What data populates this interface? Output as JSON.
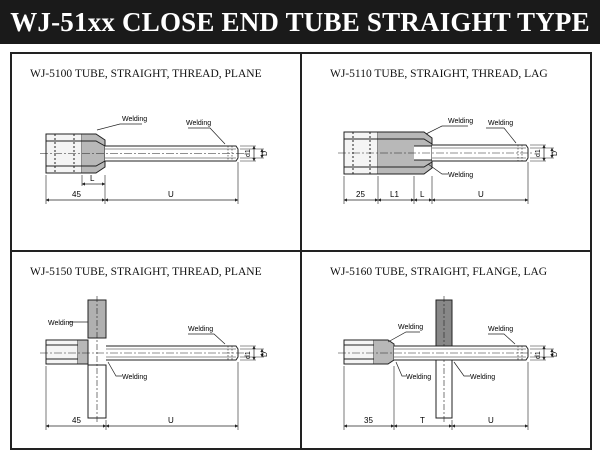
{
  "header": {
    "title": "WJ-51xx CLOSE END TUBE STRAIGHT TYPE"
  },
  "panels": [
    {
      "title": "WJ-5100 TUBE, STRAIGHT, THREAD, PLANE",
      "labels": {
        "welding_1": "Welding",
        "welding_2": "Welding",
        "dim_a": "45",
        "dim_l": "L",
        "dim_u": "U",
        "d1": "d1",
        "d": "D"
      }
    },
    {
      "title": "WJ-5110 TUBE, STRAIGHT, THREAD, LAG",
      "labels": {
        "welding_1": "Welding",
        "welding_2": "Welding",
        "welding_3": "Welding",
        "dim_a": "25",
        "dim_l1": "L1",
        "dim_l": "L",
        "dim_u": "U",
        "d1": "d1",
        "d": "D"
      }
    },
    {
      "title": "WJ-5150 TUBE, STRAIGHT, THREAD, PLANE",
      "labels": {
        "welding_1": "Welding",
        "welding_2": "Welding",
        "welding_3": "Welding",
        "dim_a": "45",
        "dim_u": "U",
        "d1": "d1",
        "d": "D"
      }
    },
    {
      "title": "WJ-5160 TUBE, STRAIGHT, FLANGE, LAG",
      "labels": {
        "welding_1": "Welding",
        "welding_2": "Welding",
        "welding_3": "Welding",
        "welding_4": "Welding",
        "dim_a": "35",
        "dim_t": "T",
        "dim_u": "U",
        "d1": "d1",
        "d": "D"
      }
    }
  ]
}
